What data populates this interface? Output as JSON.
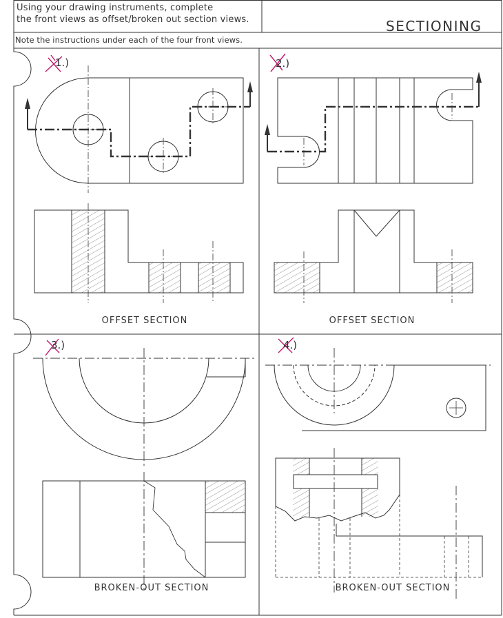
{
  "header": {
    "instructions_line1": "Using your drawing instruments, complete",
    "instructions_line2": "the front views as offset/broken out section views.",
    "title": "SECTIONING"
  },
  "note": "Note the instructions under each of the four front views.",
  "panels": [
    {
      "number": "1.)",
      "caption": "OFFSET SECTION"
    },
    {
      "number": "2.)",
      "caption": "OFFSET SECTION"
    },
    {
      "number": "3.)",
      "caption": "BROKEN-OUT SECTION"
    },
    {
      "number": "4.)",
      "caption": "BROKEN-OUT SECTION"
    }
  ],
  "colors": {
    "ink": "#333333",
    "mark": "#c0186a",
    "hatch": "#777777"
  }
}
